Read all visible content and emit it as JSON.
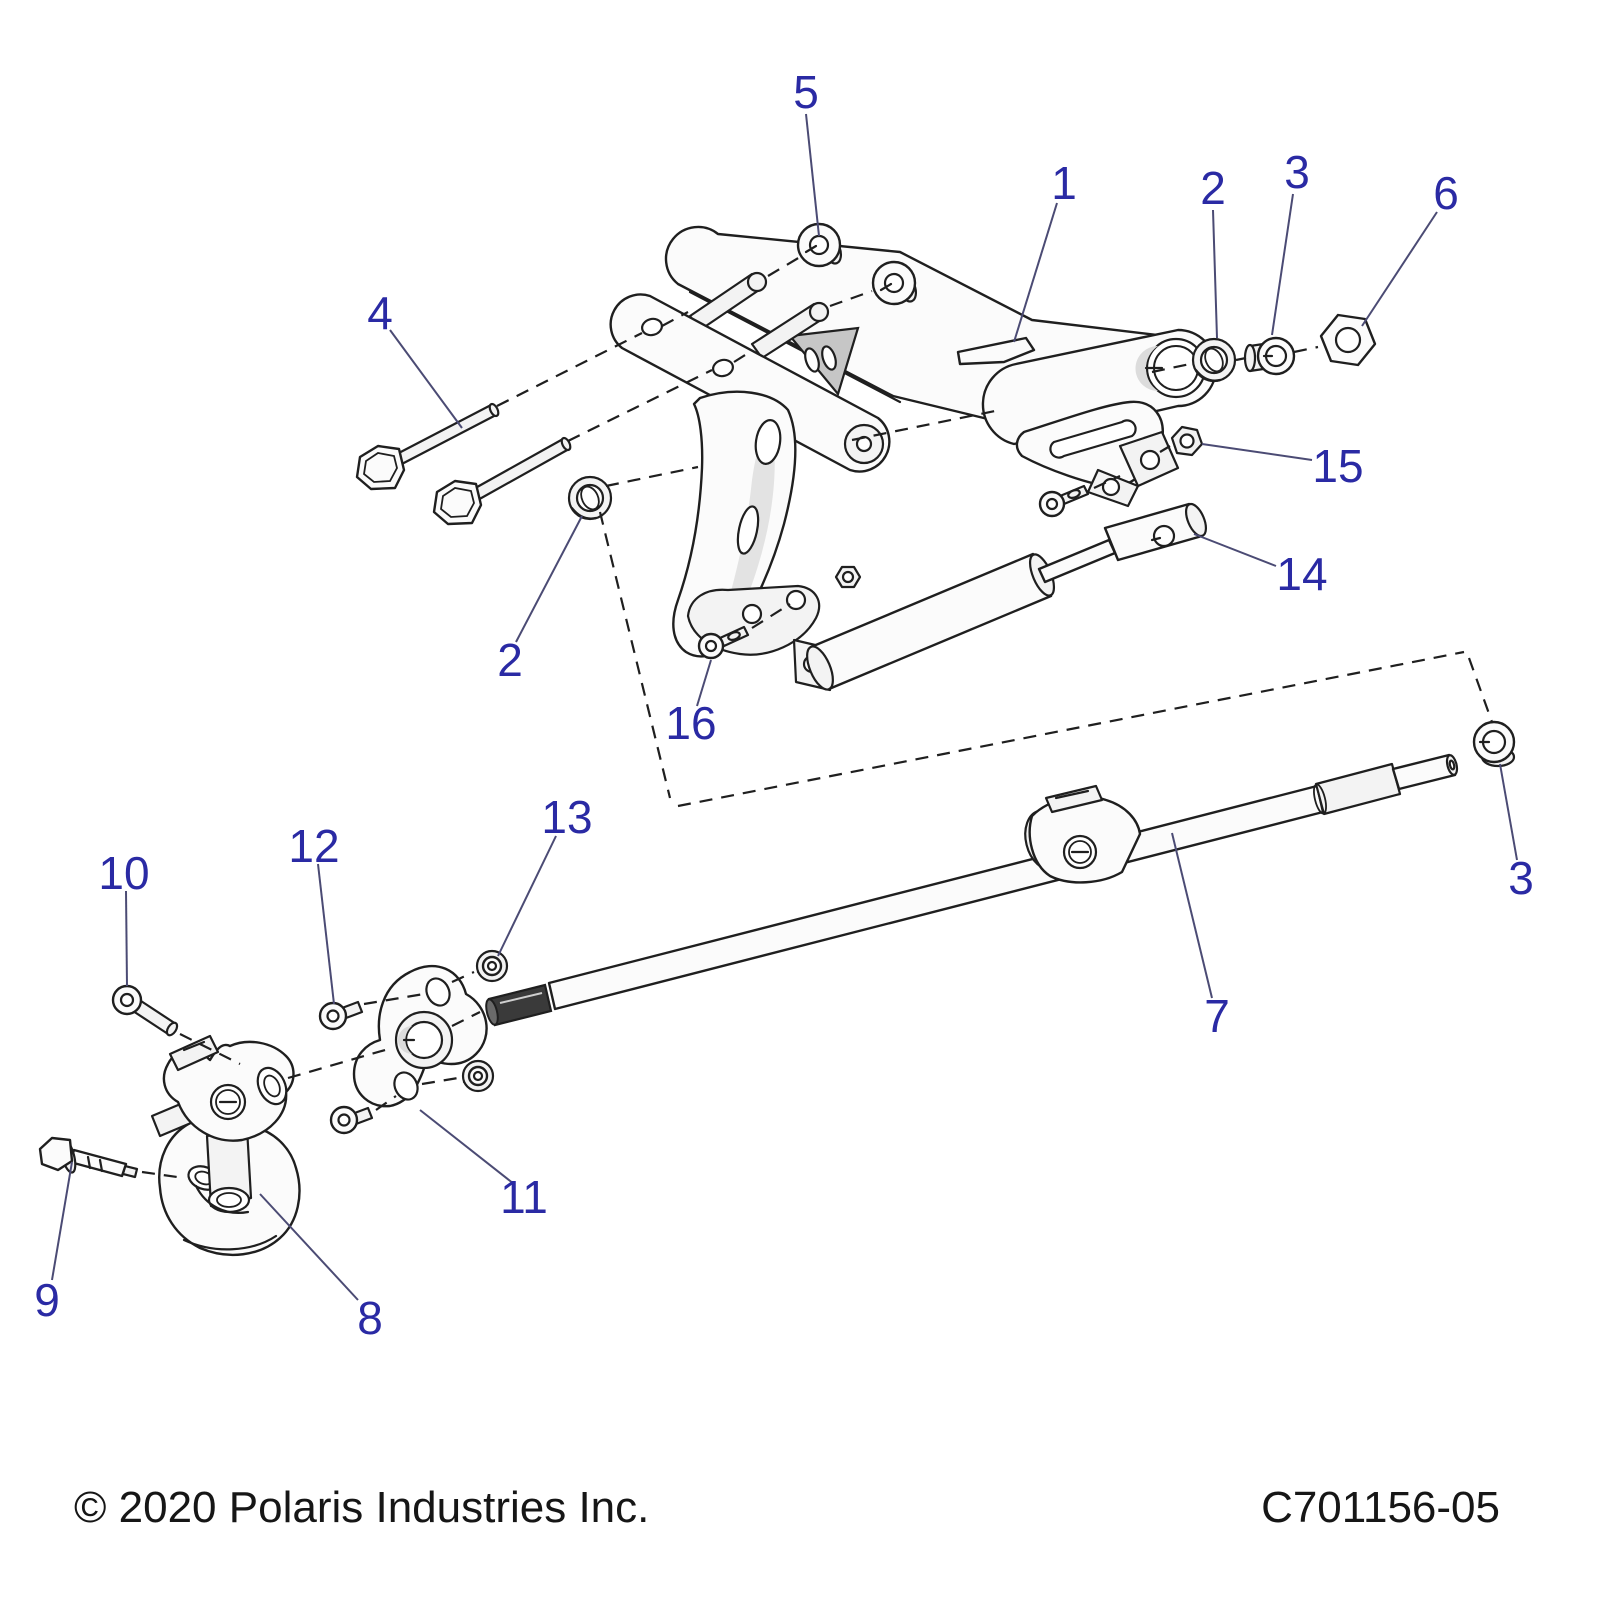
{
  "footer": {
    "copyright": "© 2020 Polaris Industries Inc.",
    "part_code": "C701156-05"
  },
  "colors": {
    "background": "#ffffff",
    "callout_blue": "#2a2aa4",
    "leader_line": "#4b4b74",
    "drawing_line": "#1f1f1f",
    "gusset_gray": "#c6c6c6"
  },
  "callouts": [
    {
      "label": "1",
      "part": "steering-support-bracket"
    },
    {
      "label": "2",
      "part": "seal-washer-upper"
    },
    {
      "label": "3",
      "part": "flanged-bushing-upper"
    },
    {
      "label": "4",
      "part": "hex-bolt-pair"
    },
    {
      "label": "5",
      "part": "flanged-nut-pair"
    },
    {
      "label": "6",
      "part": "hex-nut"
    },
    {
      "label": "7",
      "part": "steering-shaft"
    },
    {
      "label": "8",
      "part": "lower-universal-joint"
    },
    {
      "label": "9",
      "part": "hex-flange-bolt"
    },
    {
      "label": "10",
      "part": "socket-head-bolt"
    },
    {
      "label": "11",
      "part": "bearing-flange"
    },
    {
      "label": "12",
      "part": "button-screw-pair"
    },
    {
      "label": "13",
      "part": "flange-nut-pair"
    },
    {
      "label": "14",
      "part": "steering-damper"
    },
    {
      "label": "15",
      "part": "small-hex-nut"
    },
    {
      "label": "16",
      "part": "shoulder-screw"
    },
    {
      "label": "2",
      "part": "seal-washer-lower"
    },
    {
      "label": "3",
      "part": "flanged-bushing-shaft-end"
    }
  ]
}
